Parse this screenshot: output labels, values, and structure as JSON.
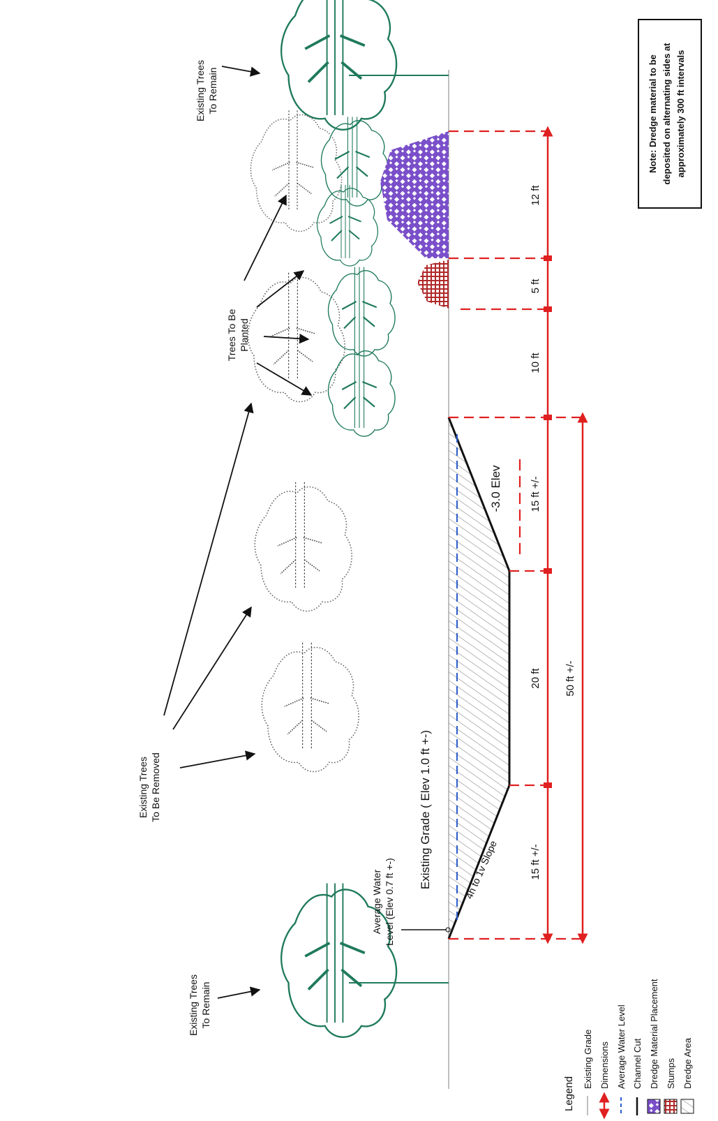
{
  "labels": {
    "existing_trees_remain_top": [
      "Existing Trees",
      "To Remain"
    ],
    "existing_trees_remain_bottom": [
      "Existing Trees",
      "To Remain"
    ],
    "existing_trees_removed": [
      "Existing Trees",
      "To Be Removed"
    ],
    "trees_to_be_planted": [
      "Trees To Be",
      "Planted"
    ],
    "average_water_level": [
      "Average Water",
      "Level (Elev 0.7 ft +-)"
    ],
    "existing_grade": "Existing Grade ( Elev 1.0 ft +-)",
    "slope": "4h to 1v Slope",
    "elev_cut": "-3.0 Elev"
  },
  "dimensions": {
    "d_12": "12 ft",
    "d_5": "5 ft",
    "d_10": "10 ft",
    "d_15_top": "15 ft +/-",
    "d_20": "20 ft",
    "d_15_bottom": "15 ft +/-",
    "d_50": "50 ft +/-"
  },
  "note": [
    "Note: Dredge material to be",
    "deposited on alternating sides at",
    "approximately 300 ft intervals"
  ],
  "legend": {
    "title": "Legend",
    "items": [
      {
        "label": "Existing Grade",
        "icon": "existing-grade-line"
      },
      {
        "label": "Dimensions",
        "icon": "dimension-arrow"
      },
      {
        "label": "Average Water Level",
        "icon": "water-level-dash"
      },
      {
        "label": "Channel Cut",
        "icon": "channel-cut-line"
      },
      {
        "label": "Dredge Material Placement",
        "icon": "dredge-placement-swatch"
      },
      {
        "label": "Stumps",
        "icon": "stumps-swatch"
      },
      {
        "label": "Dredge Area",
        "icon": "dredge-area-swatch"
      }
    ]
  },
  "colors": {
    "tree_green": "#1f7a5c",
    "dimension_red": "#e02020",
    "water_blue": "#2a5cc8",
    "dredge_purple": "#7a4fc9",
    "stumps_red": "#b02a2a",
    "hatch_gray": "#888888"
  }
}
